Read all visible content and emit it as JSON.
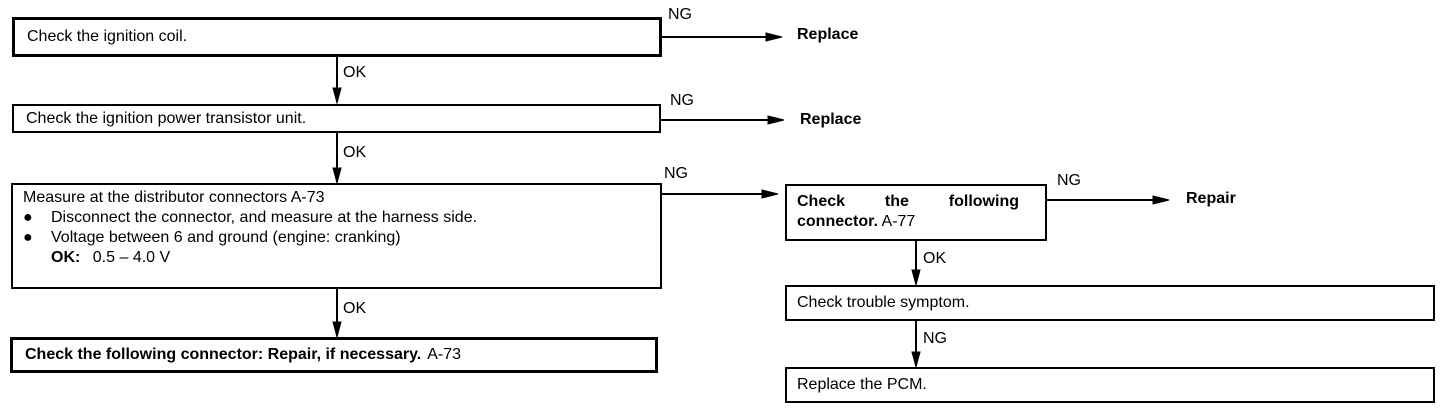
{
  "left_column": {
    "step1": {
      "text": "Check the ignition coil.",
      "ng_label": "NG",
      "ng_result": "Replace",
      "ok_label": "OK"
    },
    "step2": {
      "text": "Check the ignition power transistor unit.",
      "ng_label": "NG",
      "ng_result": "Replace",
      "ok_label": "OK"
    },
    "step3": {
      "title": "Measure at the distributor connectors A-73",
      "bullets": [
        "Disconnect the connector, and measure at the harness side.",
        "Voltage between 6 and ground (engine: cranking)"
      ],
      "bullet_symbol": "●",
      "ok_key": "OK:",
      "ok_value": "0.5 – 4.0 V",
      "ng_label": "NG",
      "ok_label": "OK"
    },
    "step4": {
      "text_bold": "Check the following connector: Repair, if necessary.",
      "ref": "A-73"
    }
  },
  "right_column": {
    "stepA": {
      "line1": "Check the following",
      "line2_bold": "connector.",
      "ref": "A-77",
      "ng_label": "NG",
      "ng_result": "Repair",
      "ok_label": "OK"
    },
    "stepB": {
      "text": "Check trouble symptom.",
      "ng_label": "NG"
    },
    "stepC": {
      "text": "Replace the PCM."
    }
  }
}
